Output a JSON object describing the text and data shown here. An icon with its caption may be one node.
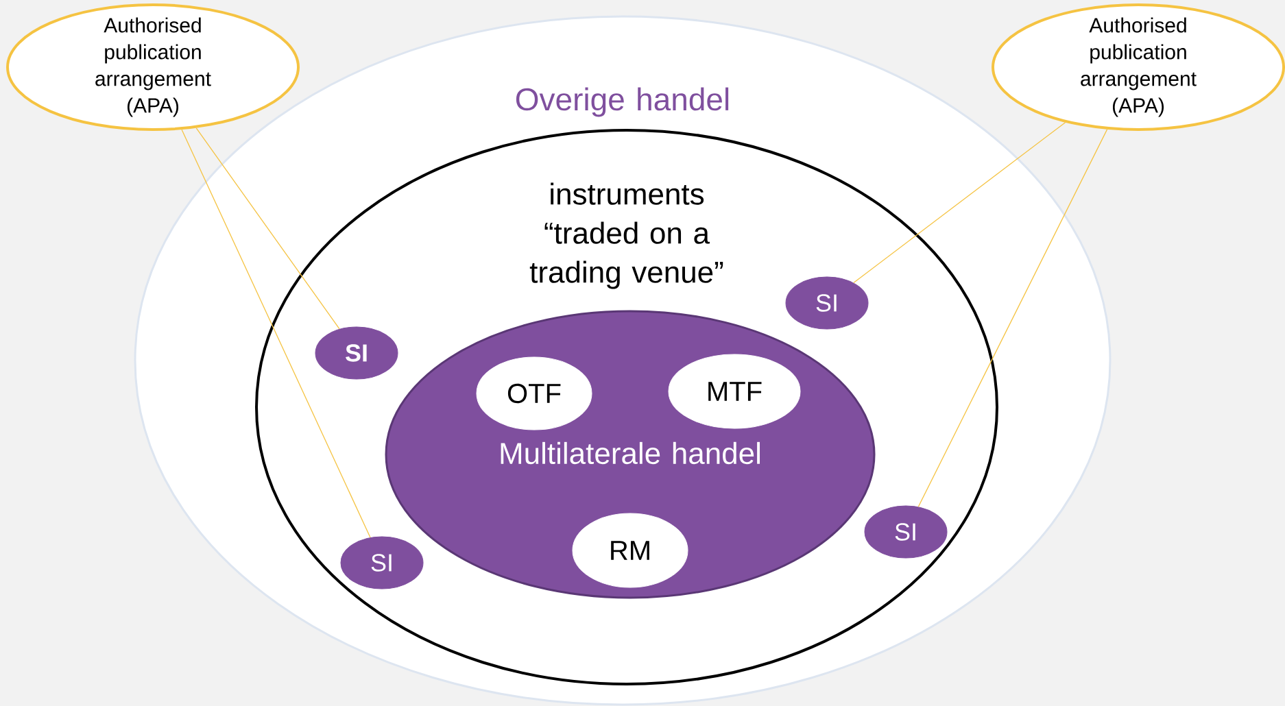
{
  "diagram": {
    "nodes": [
      {
        "text": [
          "Authorised publication arrangement (APA)"
        ]
      },
      {
        "text": [
          "Authorised publication arrangement (APA)"
        ]
      },
      {
        "text": [
          "Overige handel"
        ]
      },
      {
        "text": [
          "instruments “traded on a trading venue”"
        ],
        "in": 2
      },
      {
        "text": [
          "SI"
        ],
        "in": 3
      },
      {
        "text": [
          "SI"
        ],
        "in": 3
      },
      {
        "text": [
          "Multilaterale handel"
        ],
        "in": 3
      },
      {
        "text": [
          "OTF"
        ],
        "in": 6
      },
      {
        "text": [
          "MTF"
        ],
        "in": 6
      },
      {
        "text": [
          "SI"
        ],
        "in": 3
      },
      {
        "text": [
          "RM"
        ],
        "in": 6
      },
      {
        "text": [
          "SI"
        ],
        "in": 3
      }
    ],
    "edges": [
      {
        "from": 0,
        "to": 5,
        "arrow": "none"
      },
      {
        "from": 0,
        "to": 11,
        "arrow": "none"
      },
      {
        "from": 1,
        "to": 4,
        "arrow": "none"
      },
      {
        "from": 1,
        "to": 9,
        "arrow": "none"
      }
    ]
  }
}
